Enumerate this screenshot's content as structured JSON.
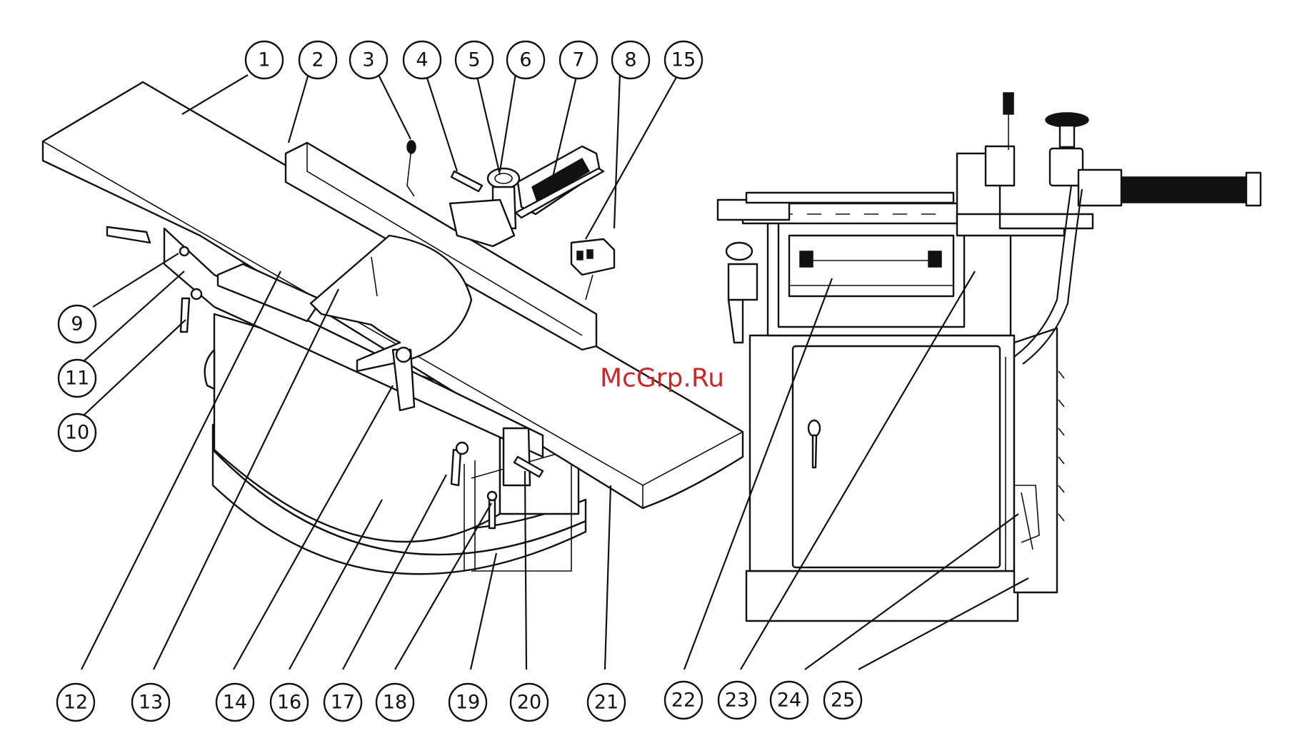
{
  "watermark": "McGrp.Ru",
  "callouts": [
    {
      "label": "1"
    },
    {
      "label": "2"
    },
    {
      "label": "3"
    },
    {
      "label": "4"
    },
    {
      "label": "5"
    },
    {
      "label": "6"
    },
    {
      "label": "7"
    },
    {
      "label": "8"
    },
    {
      "label": "15"
    },
    {
      "label": "9"
    },
    {
      "label": "11"
    },
    {
      "label": "10"
    },
    {
      "label": "12"
    },
    {
      "label": "13"
    },
    {
      "label": "14"
    },
    {
      "label": "16"
    },
    {
      "label": "17"
    },
    {
      "label": "18"
    },
    {
      "label": "19"
    },
    {
      "label": "20"
    },
    {
      "label": "21"
    },
    {
      "label": "22"
    },
    {
      "label": "23"
    },
    {
      "label": "24"
    },
    {
      "label": "25"
    }
  ],
  "colors": {
    "line": "#111111",
    "watermark": "#c62a2a",
    "background": "#ffffff"
  }
}
